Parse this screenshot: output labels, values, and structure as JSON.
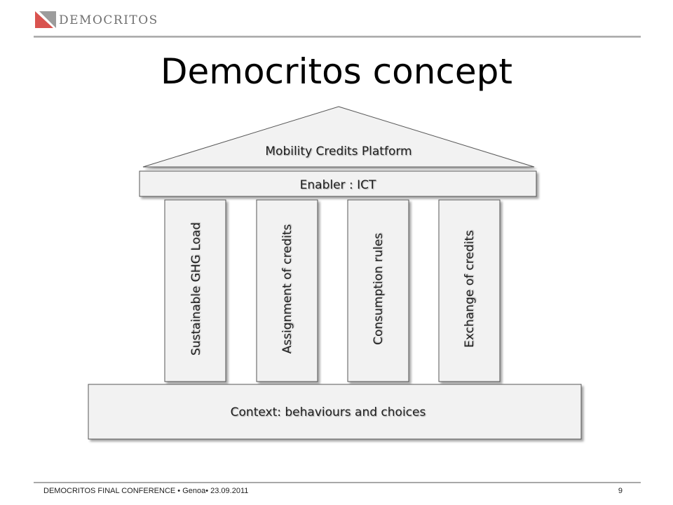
{
  "header": {
    "brand": "DEMOCRITOS"
  },
  "slide": {
    "title": "Democritos concept"
  },
  "diagram": {
    "roof": "Mobility Credits Platform",
    "beam": "Enabler : ICT",
    "pillars": [
      "Sustainable GHG Load",
      "Assignment of credits",
      "Consumption rules",
      "Exchange of credits"
    ],
    "base": "Context: behaviours and choices"
  },
  "footer": {
    "text": "DEMOCRITOS FINAL CONFERENCE • Genoa• 23.09.2011",
    "page_number": "9"
  },
  "colors": {
    "shape_fill": "#f2f2f2",
    "shape_stroke": "#555555",
    "logo_red": "#d9534f",
    "logo_gray": "#8c8c8c"
  }
}
